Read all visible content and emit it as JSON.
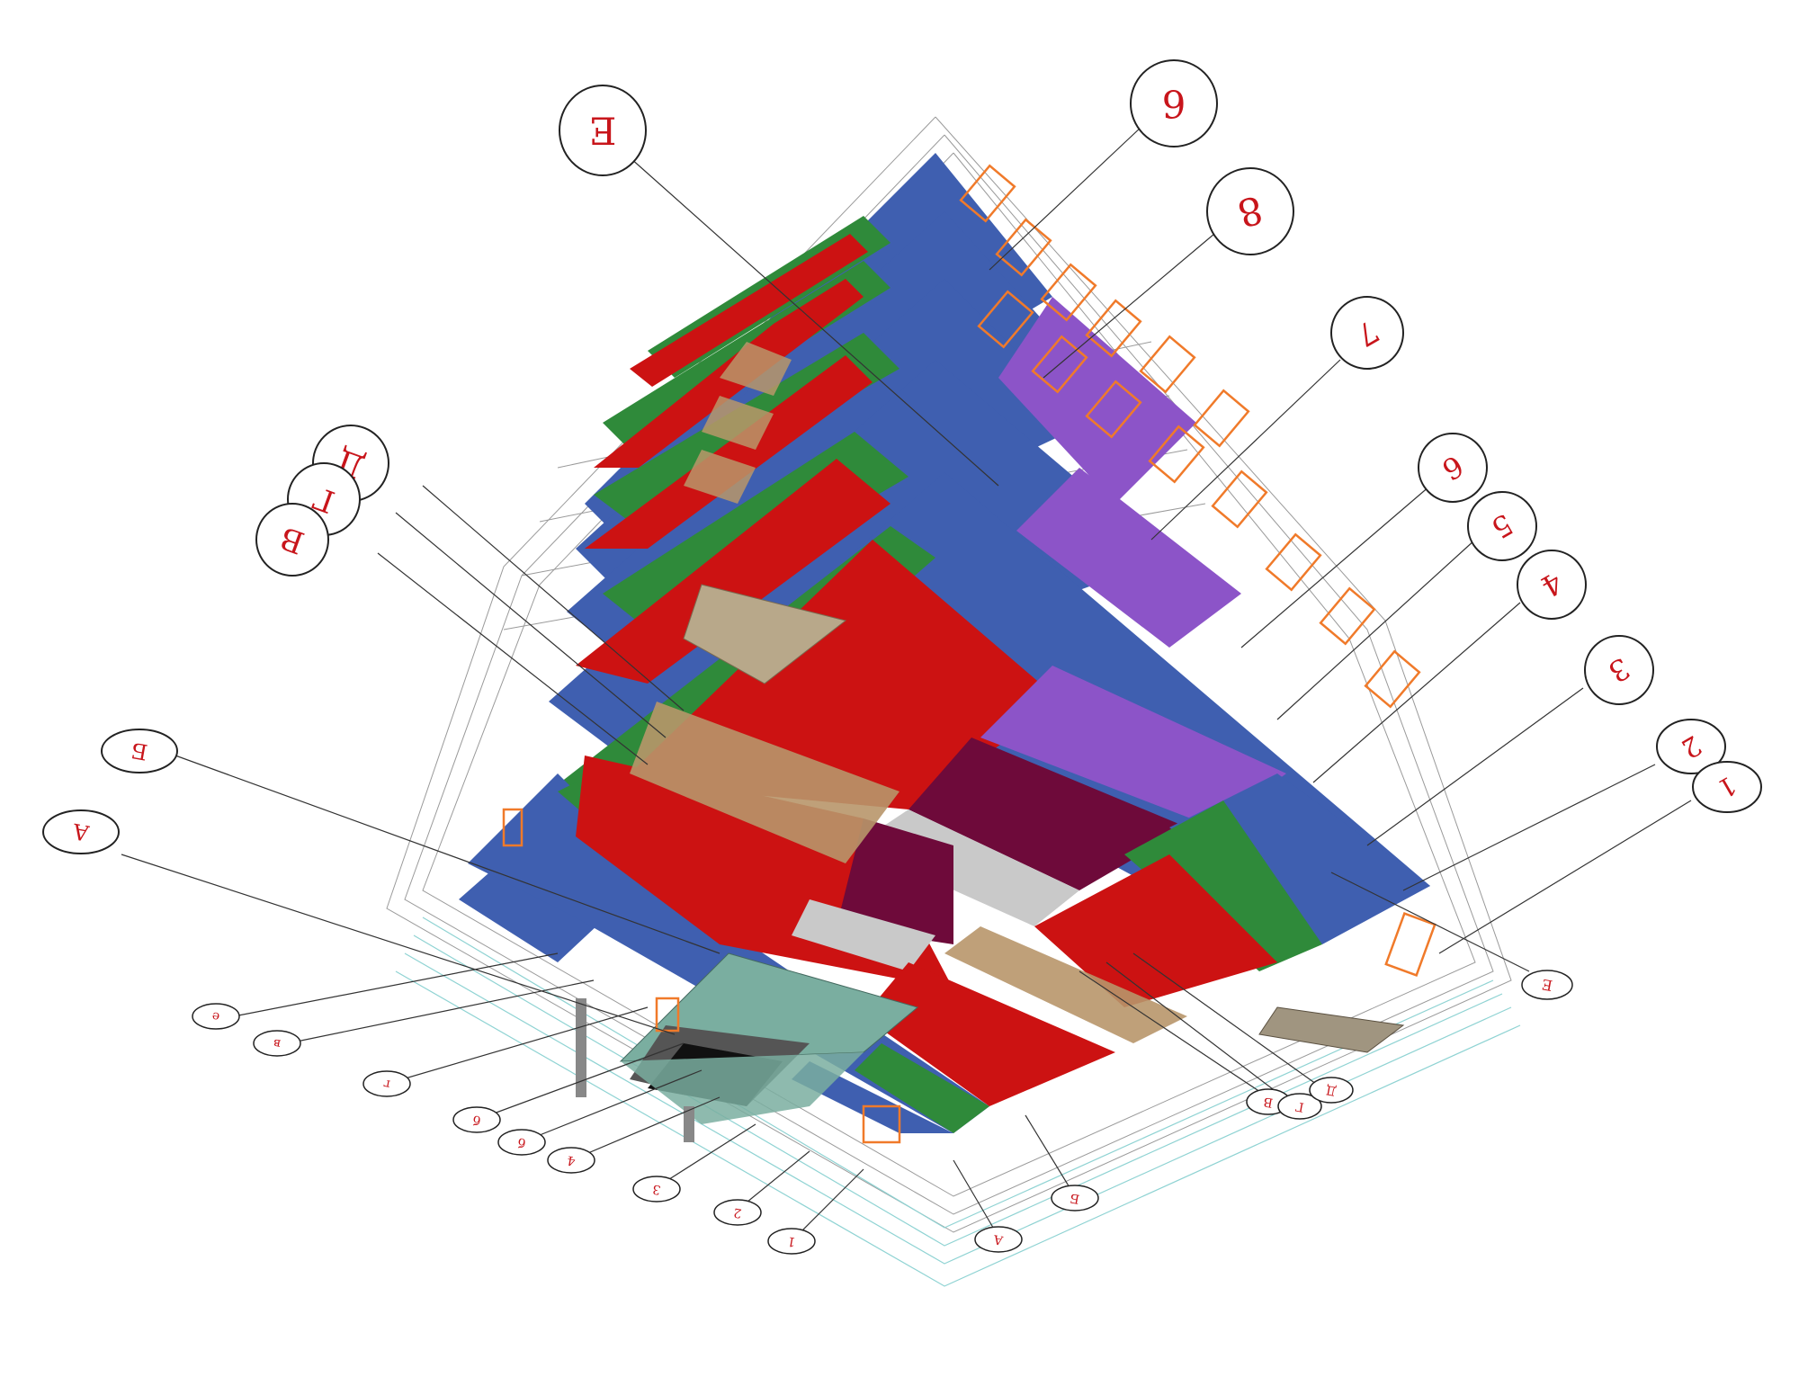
{
  "colors": {
    "blue": "#3f5fb0",
    "green": "#2f8a3a",
    "red": "#cc1212",
    "purple": "#8c54c8",
    "maroon": "#6e0a3a",
    "tan": "#b8966a",
    "grey": "#c9c9c9",
    "teal": "#7aaea0",
    "black": "#111111",
    "orange": "#f07a2a",
    "wire": "#8a8a8a",
    "cyanwire": "#8fd3d3",
    "label": "#c8151b"
  },
  "callouts": {
    "top_large": [
      {
        "id": "E-top",
        "text": "Е",
        "rot": 180
      },
      {
        "id": "6-top",
        "text": "6",
        "rot": 180
      },
      {
        "id": "8-top",
        "text": "8",
        "rot": 165
      }
    ],
    "right_medium": [
      {
        "id": "7",
        "text": "7",
        "rot": 150
      },
      {
        "id": "6",
        "text": "6",
        "rot": 150
      },
      {
        "id": "5",
        "text": "5",
        "rot": 150
      },
      {
        "id": "4",
        "text": "4",
        "rot": 150
      },
      {
        "id": "3",
        "text": "3",
        "rot": 150
      },
      {
        "id": "2",
        "text": "2",
        "rot": 150
      },
      {
        "id": "1",
        "text": "1",
        "rot": 150
      }
    ],
    "left_medium": [
      {
        "id": "D",
        "text": "Д",
        "rot": 200
      },
      {
        "id": "G",
        "text": "Г",
        "rot": 200
      },
      {
        "id": "V",
        "text": "В",
        "rot": 200
      },
      {
        "id": "B",
        "text": "Б",
        "rot": 190
      },
      {
        "id": "A",
        "text": "А",
        "rot": 190
      }
    ],
    "bottom_small": [
      {
        "id": "e-small",
        "text": "е",
        "rot": 190
      },
      {
        "id": "v-small",
        "text": "в",
        "rot": 190
      },
      {
        "id": "g-small",
        "text": "г",
        "rot": 190
      },
      {
        "id": "b1-small",
        "text": "б",
        "rot": 190
      },
      {
        "id": "b2-small",
        "text": "б",
        "rot": 190
      },
      {
        "id": "4-small",
        "text": "4",
        "rot": 190
      },
      {
        "id": "3-small",
        "text": "3",
        "rot": 190
      },
      {
        "id": "2-small",
        "text": "2",
        "rot": 190
      },
      {
        "id": "1-small",
        "text": "1",
        "rot": 190
      },
      {
        "id": "A-small",
        "text": "А",
        "rot": 190
      },
      {
        "id": "B-small",
        "text": "Б",
        "rot": 190
      },
      {
        "id": "V-small",
        "text": "В",
        "rot": 190
      },
      {
        "id": "G-small",
        "text": "Г",
        "rot": 190
      },
      {
        "id": "D-small",
        "text": "Д",
        "rot": 190
      },
      {
        "id": "E-small",
        "text": "Е",
        "rot": 190
      }
    ]
  }
}
